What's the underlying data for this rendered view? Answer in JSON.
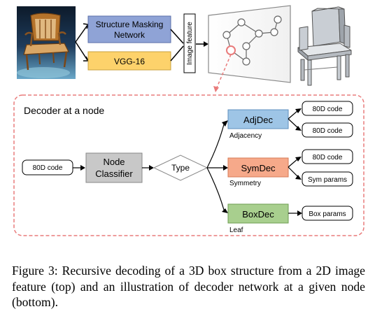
{
  "top": {
    "structure_masking": [
      "Structure Masking",
      "Network"
    ],
    "vgg": "VGG-16",
    "image_feature": "Image feature"
  },
  "decoder": {
    "title": "Decoder at a node",
    "input_code": "80D code",
    "node_classifier": [
      "Node",
      "Classifier"
    ],
    "type": "Type",
    "branches": [
      {
        "name": "AdjDec",
        "caption": "Adjacency",
        "outputs": [
          "80D code",
          "80D code"
        ]
      },
      {
        "name": "SymDec",
        "caption": "Symmetry",
        "outputs": [
          "80D code",
          "Sym params"
        ]
      },
      {
        "name": "BoxDec",
        "caption": "Leaf",
        "outputs": [
          "Box params"
        ]
      }
    ]
  },
  "colors": {
    "structure_masking_fill": "#8fa3d6",
    "vgg_fill": "#fdd26b",
    "adjdec_fill": "#9ec5e6",
    "symdec_fill": "#f6a98a",
    "boxdec_fill": "#a8cf8e",
    "classifier_fill": "#c8c8c8",
    "dashed_border": "#e97b7b"
  },
  "caption": "Figure 3: Recursive decoding of a 3D box structure from a 2D image feature (top) and an illustration of decoder network at a given node (bottom)."
}
